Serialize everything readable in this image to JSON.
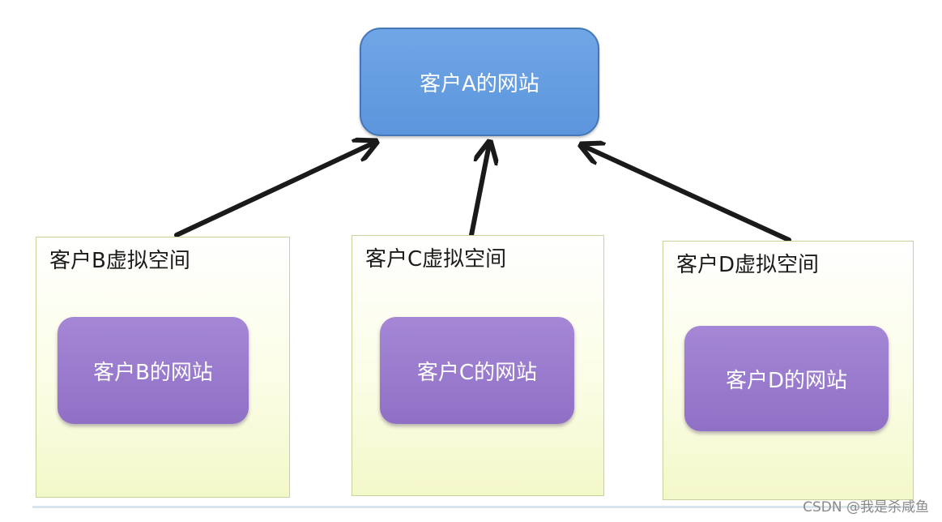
{
  "diagram": {
    "node_a": {
      "label": "客户A的网站"
    },
    "spaces": [
      {
        "id": "b",
        "title": "客户B虚拟空间",
        "site_label": "客户B的网站"
      },
      {
        "id": "c",
        "title": "客户C虚拟空间",
        "site_label": "客户C的网站"
      },
      {
        "id": "d",
        "title": "客户D虚拟空间",
        "site_label": "客户D的网站"
      }
    ],
    "edges": [
      {
        "from": "客户B虚拟空间",
        "to": "客户A的网站"
      },
      {
        "from": "客户C虚拟空间",
        "to": "客户A的网站"
      },
      {
        "from": "客户D虚拟空间",
        "to": "客户A的网站"
      }
    ]
  },
  "watermark": "CSDN @我是杀咸鱼",
  "colors": {
    "node_a_fill": "#5c95dc",
    "site_fill": "#9a7bd0",
    "space_fill": "#f7fad8",
    "arrow": "#1a1a1a"
  }
}
